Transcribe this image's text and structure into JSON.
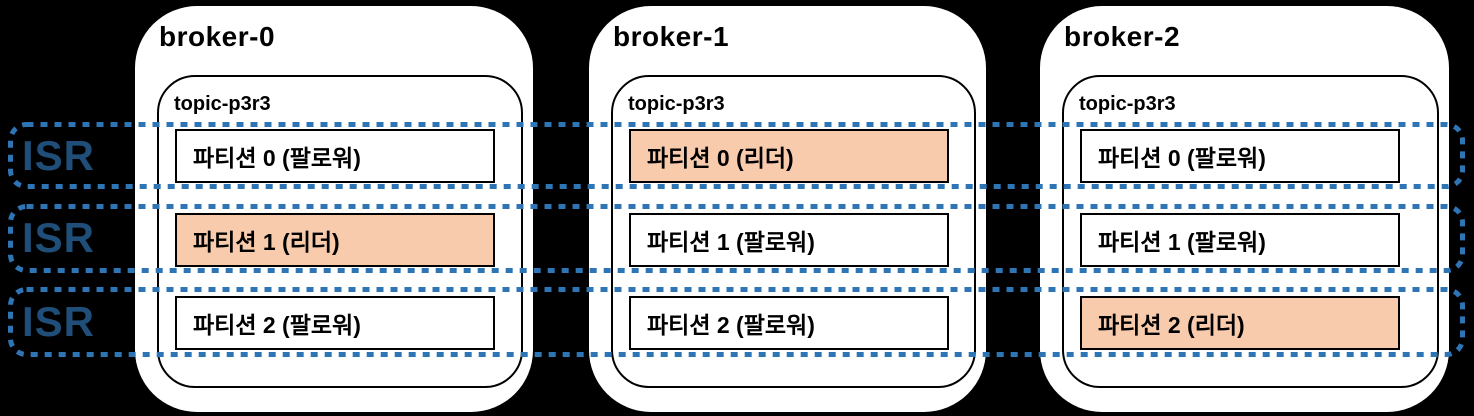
{
  "colors": {
    "bg": "#000000",
    "broker_fill": "#ffffff",
    "box_border": "#000000",
    "leader_fill": "#F8CBAD",
    "follower_fill": "#ffffff",
    "isr_border": "#2E75B6",
    "isr_label": "#1F4E79"
  },
  "isr_groups": [
    {
      "label": "ISR"
    },
    {
      "label": "ISR"
    },
    {
      "label": "ISR"
    }
  ],
  "brokers": [
    {
      "name": "broker-0",
      "topic": "topic-p3r3",
      "partitions": [
        {
          "label": "파티션 0 (팔로워)",
          "role": "follower"
        },
        {
          "label": "파티션 1 (리더)",
          "role": "leader"
        },
        {
          "label": "파티션 2 (팔로워)",
          "role": "follower"
        }
      ]
    },
    {
      "name": "broker-1",
      "topic": "topic-p3r3",
      "partitions": [
        {
          "label": "파티션 0 (리더)",
          "role": "leader"
        },
        {
          "label": "파티션 1 (팔로워)",
          "role": "follower"
        },
        {
          "label": "파티션 2 (팔로워)",
          "role": "follower"
        }
      ]
    },
    {
      "name": "broker-2",
      "topic": "topic-p3r3",
      "partitions": [
        {
          "label": "파티션 0 (팔로워)",
          "role": "follower"
        },
        {
          "label": "파티션 1 (팔로워)",
          "role": "follower"
        },
        {
          "label": "파티션 2 (리더)",
          "role": "leader"
        }
      ]
    }
  ]
}
